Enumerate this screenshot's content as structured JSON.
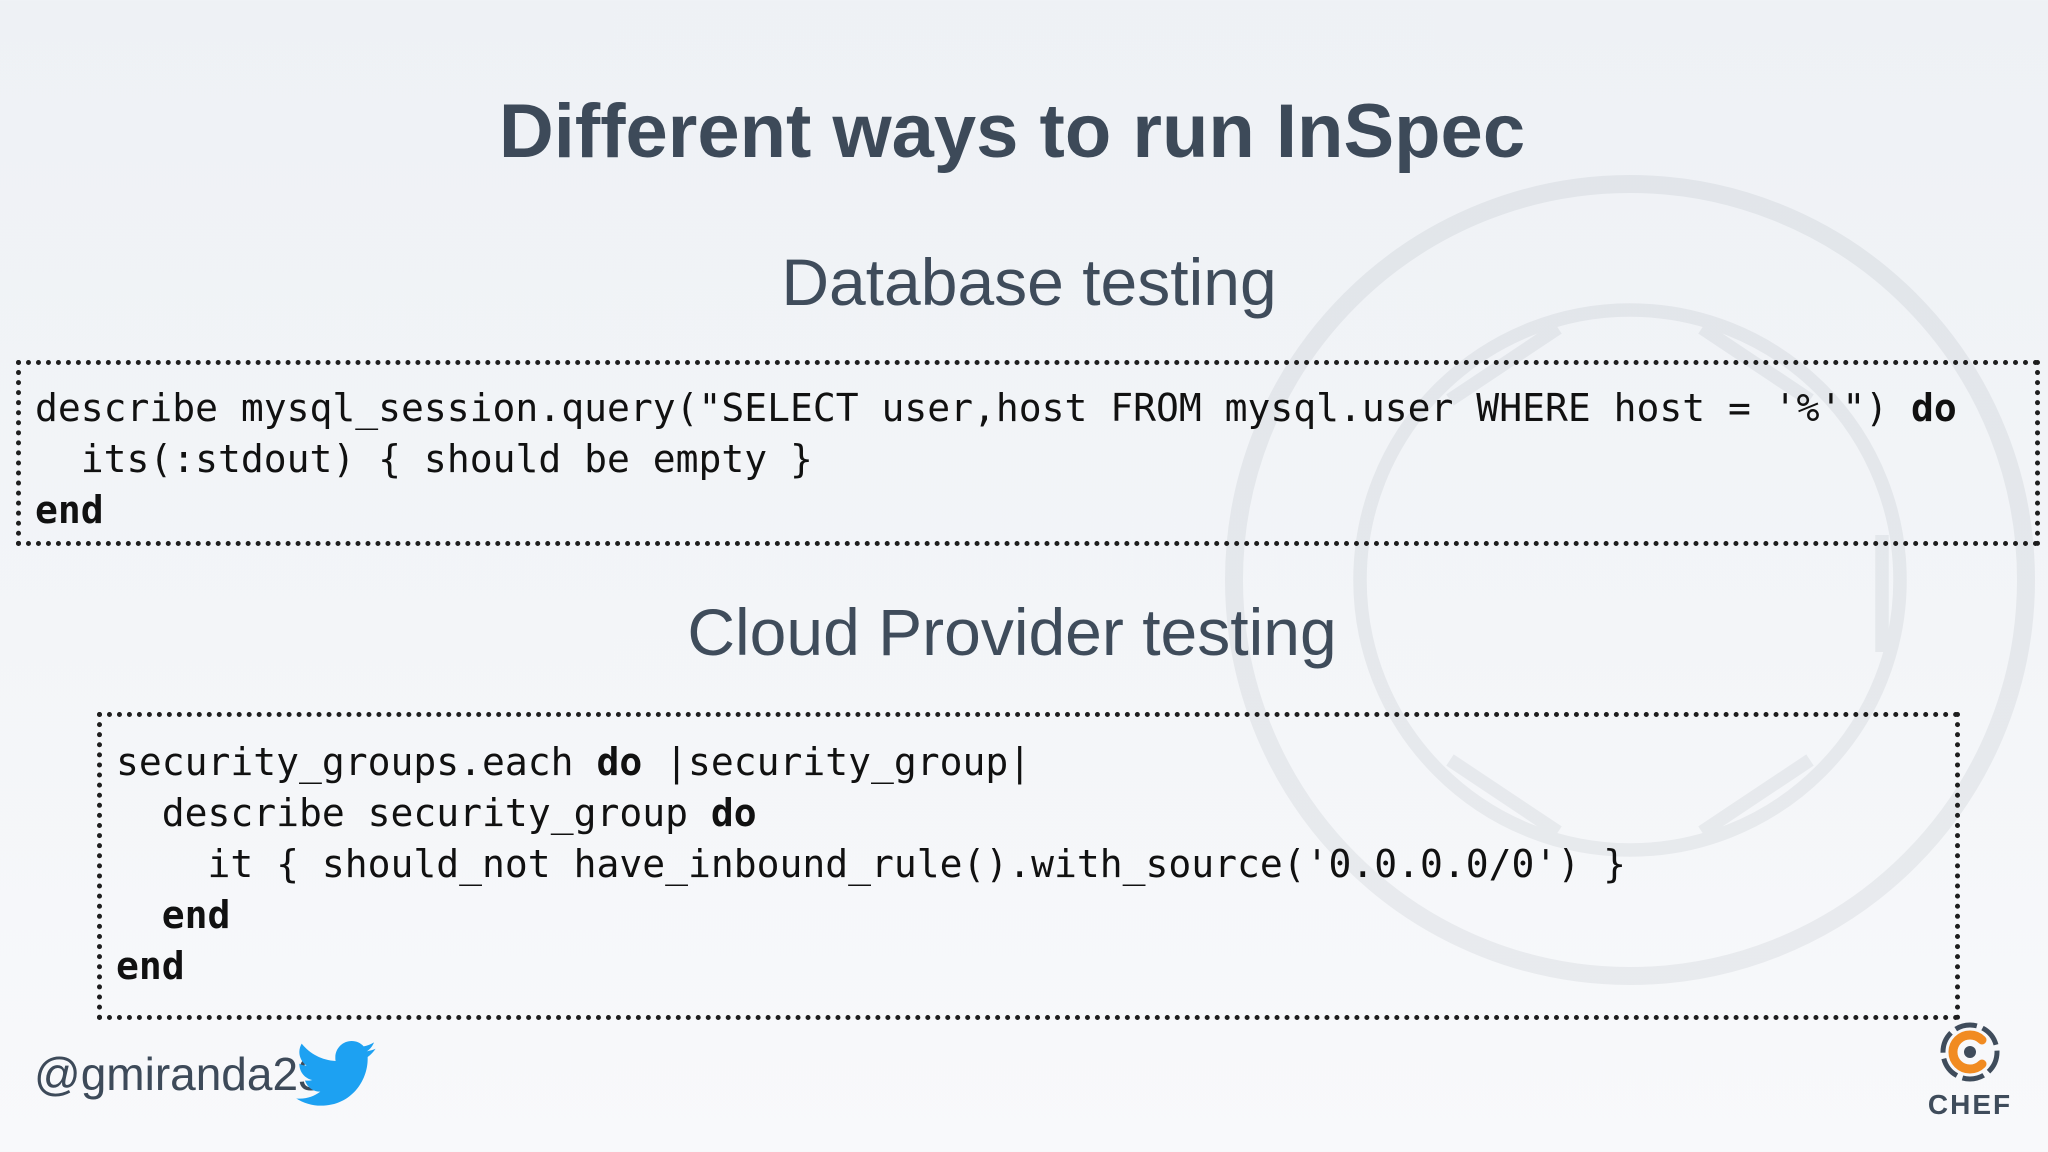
{
  "slide": {
    "title": "Different ways to run InSpec"
  },
  "database_section": {
    "heading": "Database testing",
    "code": [
      {
        "indent": "",
        "segments": [
          {
            "text": "describe mysql_session.query(\"SELECT user,host FROM mysql.user WHERE host = '%'\") ",
            "bold": false
          },
          {
            "text": "do",
            "bold": true
          }
        ]
      },
      {
        "indent": "  ",
        "segments": [
          {
            "text": "its(:stdout) { should be empty }",
            "bold": false
          }
        ]
      },
      {
        "indent": "",
        "segments": [
          {
            "text": "end",
            "bold": true
          }
        ]
      }
    ]
  },
  "cloud_section": {
    "heading": "Cloud Provider testing",
    "code": [
      {
        "indent": "",
        "segments": [
          {
            "text": "security_groups.each ",
            "bold": false
          },
          {
            "text": "do",
            "bold": true
          },
          {
            "text": " |security_group|",
            "bold": false
          }
        ]
      },
      {
        "indent": "  ",
        "segments": [
          {
            "text": "describe security_group ",
            "bold": false
          },
          {
            "text": "do",
            "bold": true
          }
        ]
      },
      {
        "indent": "    ",
        "segments": [
          {
            "text": "it { should_not have_inbound_rule().with_source('0.0.0.0/0') }",
            "bold": false
          }
        ]
      },
      {
        "indent": "  ",
        "segments": [
          {
            "text": "end",
            "bold": true
          }
        ]
      },
      {
        "indent": "",
        "segments": [
          {
            "text": "end",
            "bold": true
          }
        ]
      }
    ]
  },
  "footer": {
    "twitter_handle": "@gmiranda23",
    "twitter_icon": "twitter-bird-icon",
    "logo_text": "CHEF",
    "logo_icon": "chef-logo-icon"
  },
  "colors": {
    "title": "#3d4a59",
    "twitter_blue": "#1da1f2",
    "chef_orange": "#f18b21",
    "chef_dark": "#3f4c5b"
  }
}
